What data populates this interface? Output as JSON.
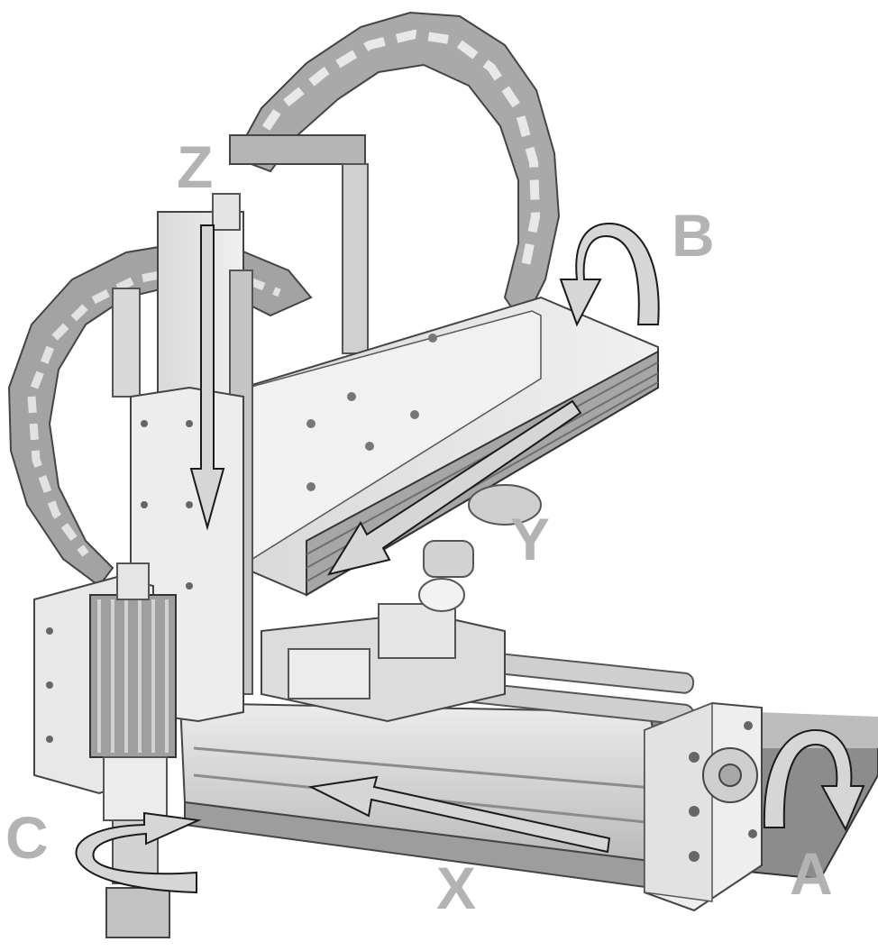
{
  "axes": {
    "z": "Z",
    "b": "B",
    "y": "Y",
    "c": "C",
    "x": "X",
    "a": "A"
  },
  "colors": {
    "background": "#ffffff",
    "axis_label": "#b3b3b3",
    "arrow_fill": "#d6d6d6",
    "arrow_stroke": "#1a1a1a",
    "metal_light": "#e6e6e6",
    "metal_mid": "#c8c8c8",
    "metal_dark": "#8a8a8a"
  }
}
